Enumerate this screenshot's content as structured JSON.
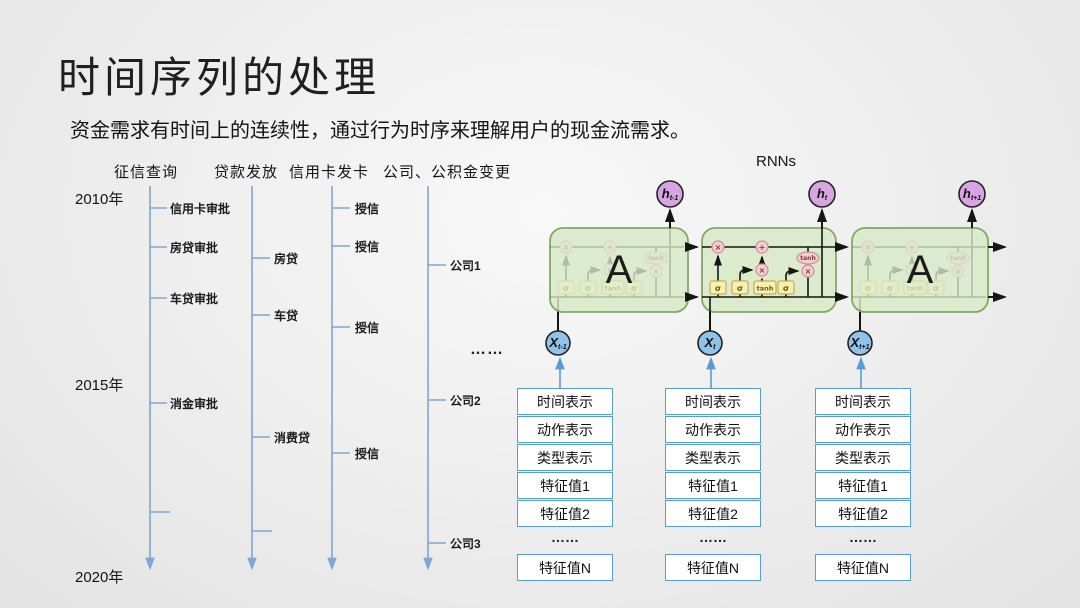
{
  "slide": {
    "title": "时间序列的处理",
    "subtitle": "资金需求有时间上的连续性，通过行为时序来理解用户的现金流需求。"
  },
  "timeline": {
    "headers": [
      "征信查询",
      "贷款发放",
      "信用卡发卡",
      "公司、公积金变更"
    ],
    "years": [
      "2010年",
      "2015年",
      "2020年"
    ],
    "credit_checks": [
      "信用卡审批",
      "房贷审批",
      "车贷审批",
      "消金审批"
    ],
    "loans": [
      "房贷",
      "车贷",
      "消费贷"
    ],
    "card_issues": [
      "授信",
      "授信",
      "授信",
      "授信"
    ],
    "companies": [
      "公司1",
      "公司2",
      "公司3"
    ]
  },
  "rnn": {
    "label": "RNNs",
    "cell_letter": "A",
    "h": [
      {
        "base": "h",
        "sub": "t-1"
      },
      {
        "base": "h",
        "sub": "t"
      },
      {
        "base": "h",
        "sub": "t+1"
      }
    ],
    "x": [
      {
        "base": "X",
        "sub": "t-1"
      },
      {
        "base": "X",
        "sub": "t"
      },
      {
        "base": "X",
        "sub": "t+1"
      }
    ],
    "gates": [
      "σ",
      "σ",
      "tanh",
      "σ"
    ],
    "ops": {
      "multiply": "×",
      "add": "+",
      "tanh": "tanh"
    },
    "ellipsis": "……"
  },
  "features": {
    "rows": [
      "时间表示",
      "动作表示",
      "类型表示",
      "特征值1",
      "特征值2"
    ],
    "ellipsis": "……",
    "last": "特征值N"
  },
  "colors": {
    "timeline-blue": "#7FA6D6",
    "box-blue": "#5B9BD5",
    "cell-fill": "#DCEBCE",
    "cell-stroke": "#84A765",
    "gate-fill": "#F7F0B2",
    "gate-stroke": "#C2AF52",
    "op-fill": "#F5CDD1",
    "op-stroke": "#C98F98",
    "h-fill": "#D8A4E2",
    "x-fill": "#8FC3E9",
    "ink": "#151515"
  }
}
